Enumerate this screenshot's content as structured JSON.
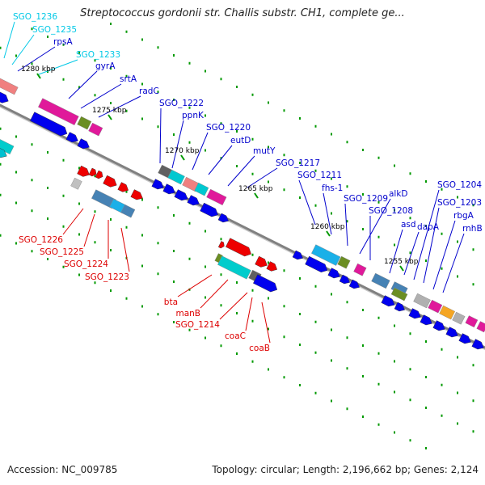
{
  "title": "Streptococcus gordonii str. Challis substr. CH1, complete ge...",
  "footer": {
    "accession": "Accession: NC_009785",
    "stats": "Topology: circular; Length: 2,196,662 bp; Genes: 2,124"
  },
  "colors": {
    "blue_label": "#0000cc",
    "cyan_label": "#00c8e6",
    "red_label": "#dd0000",
    "axis": "#808080",
    "tick": "#009900"
  },
  "kbp_ticks": [
    "1280 kbp",
    "1275 kbp",
    "1270 kbp",
    "1265 kbp",
    "1260 kbp",
    "1255 kbp"
  ],
  "gene_labels": [
    "SGO_1236",
    "SGO_1235",
    "rpsA",
    "SGO_1233",
    "gyrA",
    "srtA",
    "radC",
    "SGO_1222",
    "ppnK",
    "SGO_1220",
    "eutD",
    "mutY",
    "SGO_1217",
    "SGO_1211",
    "fhs-1",
    "SGO_1209",
    "alkD",
    "SGO_1208",
    "asd",
    "dapA",
    "SGO_1204",
    "SGO_1203",
    "rbgA",
    "rnhB",
    "SGO_1226",
    "SGO_1225",
    "SGO_1224",
    "SGO_1223",
    "bta",
    "manB",
    "SGO_1214",
    "coaC",
    "coaB"
  ]
}
